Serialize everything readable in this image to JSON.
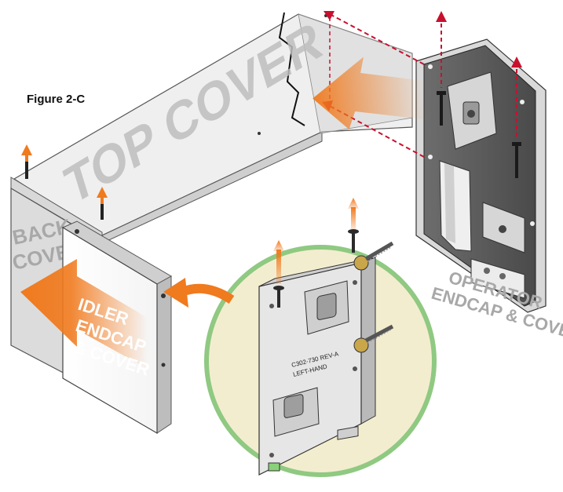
{
  "figure_label": "Figure 2-C",
  "labels": {
    "top_cover": "TOP COVER",
    "back_cover_line1": "BACK",
    "back_cover_line2": "COVER",
    "idler_line1": "IDLER",
    "idler_line2": "ENDCAP",
    "idler_line3": "& COVER",
    "operator_line1": "OPERATOR",
    "operator_line2": "ENDCAP & COVER",
    "part_number": "C302-730  REV-A",
    "part_side": "LEFT-HAND"
  },
  "colors": {
    "orange_arrow": "#f07a1e",
    "red_arrow": "#c8102e",
    "zoom_circle_fill": "#f3edcf",
    "zoom_circle_stroke": "#8fc982",
    "metal_light": "#e6e6e6",
    "metal_dark": "#5a5a5a"
  },
  "icons": [
    "screw-icon",
    "up-arrow-icon",
    "curved-arrow-icon",
    "dashed-guide-arrow-icon"
  ]
}
